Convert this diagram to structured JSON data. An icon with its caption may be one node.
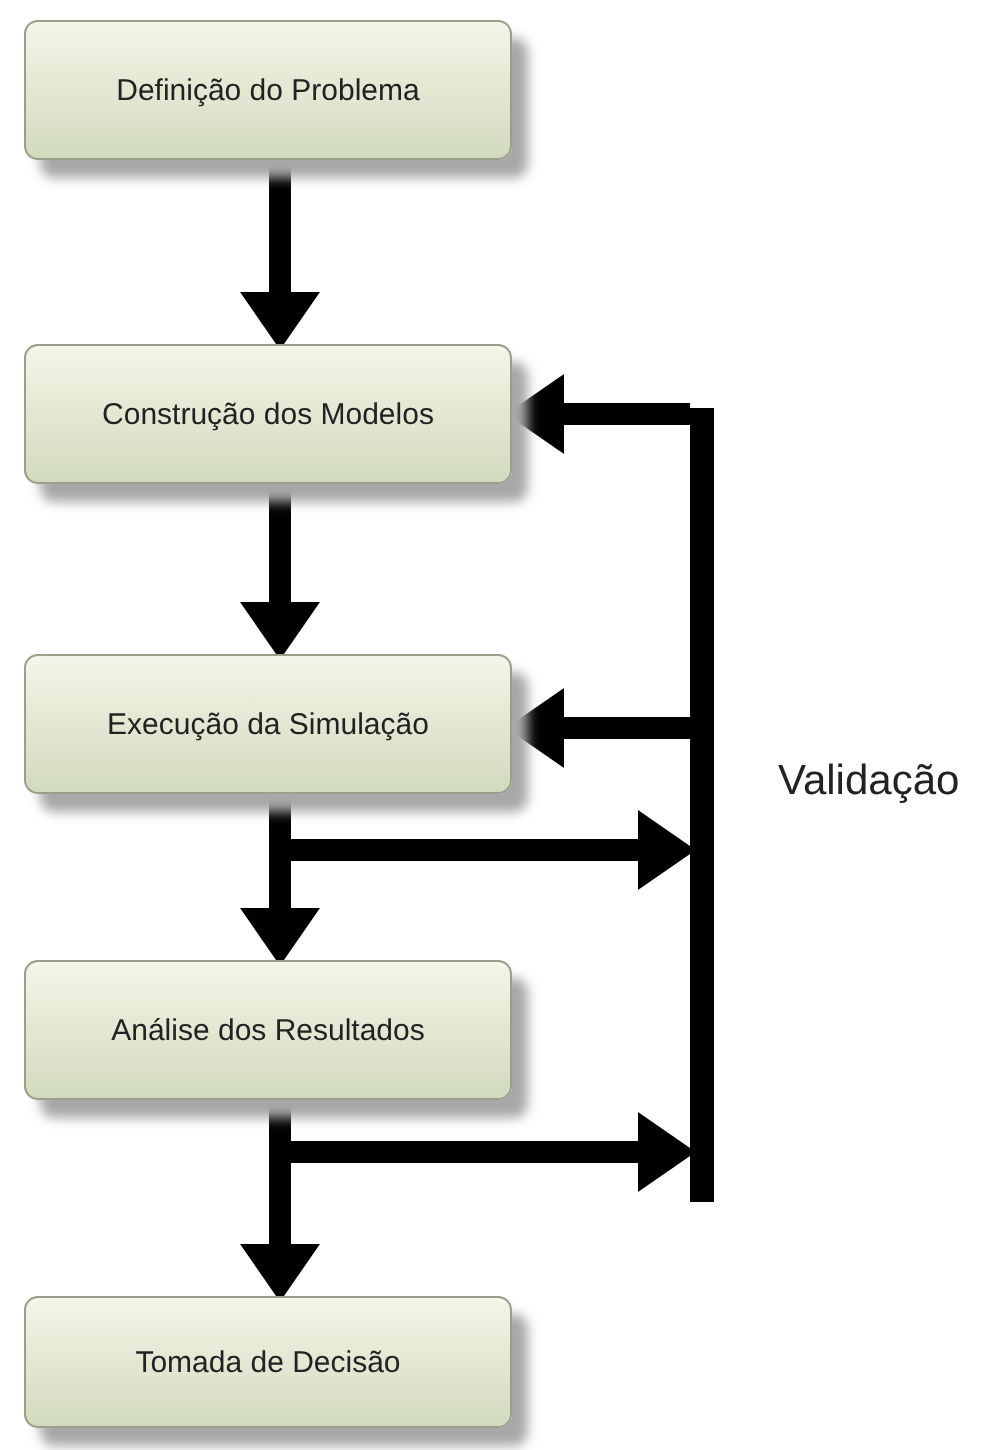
{
  "diagram": {
    "nodes": [
      {
        "text": [
          "Definição do Problema"
        ]
      },
      {
        "text": [
          "Construção dos Modelos"
        ]
      },
      {
        "text": [
          "Execução da Simulação"
        ]
      },
      {
        "text": [
          "Análise dos Resultados"
        ]
      },
      {
        "text": [
          "Tomada de Decisão"
        ]
      },
      {
        "text": [],
        "shape": "bar",
        "beside": [
          "Validação"
        ]
      }
    ],
    "edges": [
      {
        "from": 0,
        "to": 1,
        "arrow": "to"
      },
      {
        "from": 1,
        "to": 2,
        "arrow": "to"
      },
      {
        "from": 2,
        "to": 3,
        "arrow": "to"
      },
      {
        "from": 3,
        "to": 4,
        "arrow": "to"
      },
      {
        "from": 2,
        "to": 5,
        "arrow": "to"
      },
      {
        "from": 3,
        "to": 5,
        "arrow": "to"
      },
      {
        "from": 5,
        "to": 1,
        "arrow": "to"
      },
      {
        "from": 5,
        "to": 2,
        "arrow": "to"
      }
    ]
  }
}
